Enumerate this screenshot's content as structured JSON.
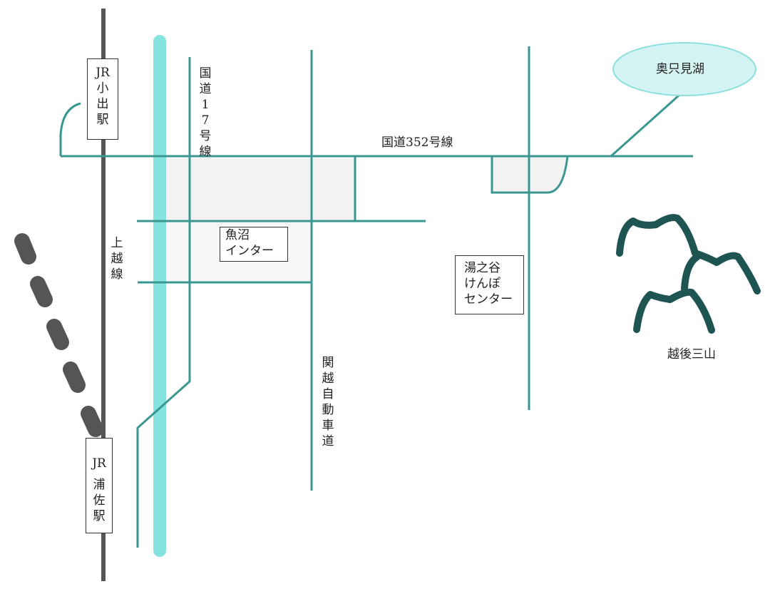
{
  "colors": {
    "road": "#3a9690",
    "river": "#86e4e0",
    "rail": "#555555",
    "mountain": "#1e5553",
    "lake_fill": "#d4f3f3",
    "area_fill": "#f3f3f3"
  },
  "stations": {
    "koide": {
      "line1": "JR",
      "line2": "小出駅"
    },
    "urasa": {
      "line1": "JR",
      "line2": "浦佐駅"
    }
  },
  "roads": {
    "route17": "国道17号線",
    "route352": "国道352号線",
    "kanetsu": "関越自動車道",
    "joetsu_line": "上越線"
  },
  "places": {
    "uonuma_ic": {
      "line1": "魚沼",
      "line2": "インター"
    },
    "yunotani": {
      "line1": "湯之谷",
      "line2": "けんぽ",
      "line3": "センター"
    },
    "lake": "奥只見湖",
    "mountains": "越後三山"
  }
}
